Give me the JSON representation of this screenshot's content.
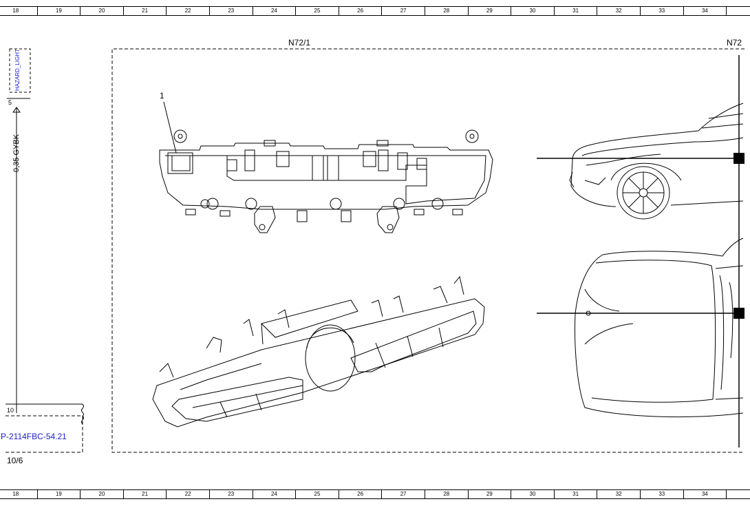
{
  "ruler": {
    "columns": [
      "18",
      "19",
      "20",
      "21",
      "22",
      "23",
      "24",
      "25",
      "26",
      "27",
      "28",
      "29",
      "30",
      "31",
      "32",
      "33",
      "34"
    ]
  },
  "component": {
    "title": "N72/1",
    "title_right": "N72"
  },
  "callout": {
    "number": "1"
  },
  "wire": {
    "signal": "HAZARD_LIGHT",
    "pin_top": "5",
    "pin_bottom": "10",
    "spec": "0,35 GYBK"
  },
  "connector": {
    "code": "54.21-P-2114FBC",
    "ref": "10/6"
  },
  "colors": {
    "line": "#000000",
    "link_text": "#1b1bd0"
  }
}
